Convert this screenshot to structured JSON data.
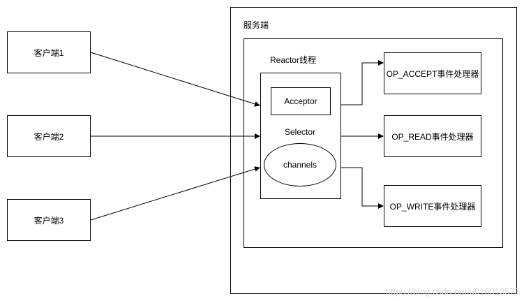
{
  "server": {
    "title": "服务端",
    "reactor_title": "Reactor线程",
    "acceptor": "Acceptor",
    "selector": "Selector",
    "channels": "channels"
  },
  "clients": [
    {
      "label": "客户端1"
    },
    {
      "label": "客户端2"
    },
    {
      "label": "客户端3"
    }
  ],
  "handlers": [
    {
      "label": "OP_ACCEPT事件处理器"
    },
    {
      "label": "OP_READ事件处理器"
    },
    {
      "label": "OP_WRITE事件处理器"
    }
  ],
  "watermark": "https://blog.csdn.net/u010013573",
  "colors": {
    "stroke": "#000000",
    "background": "#ffffff",
    "watermark": "#d7d7d7"
  }
}
